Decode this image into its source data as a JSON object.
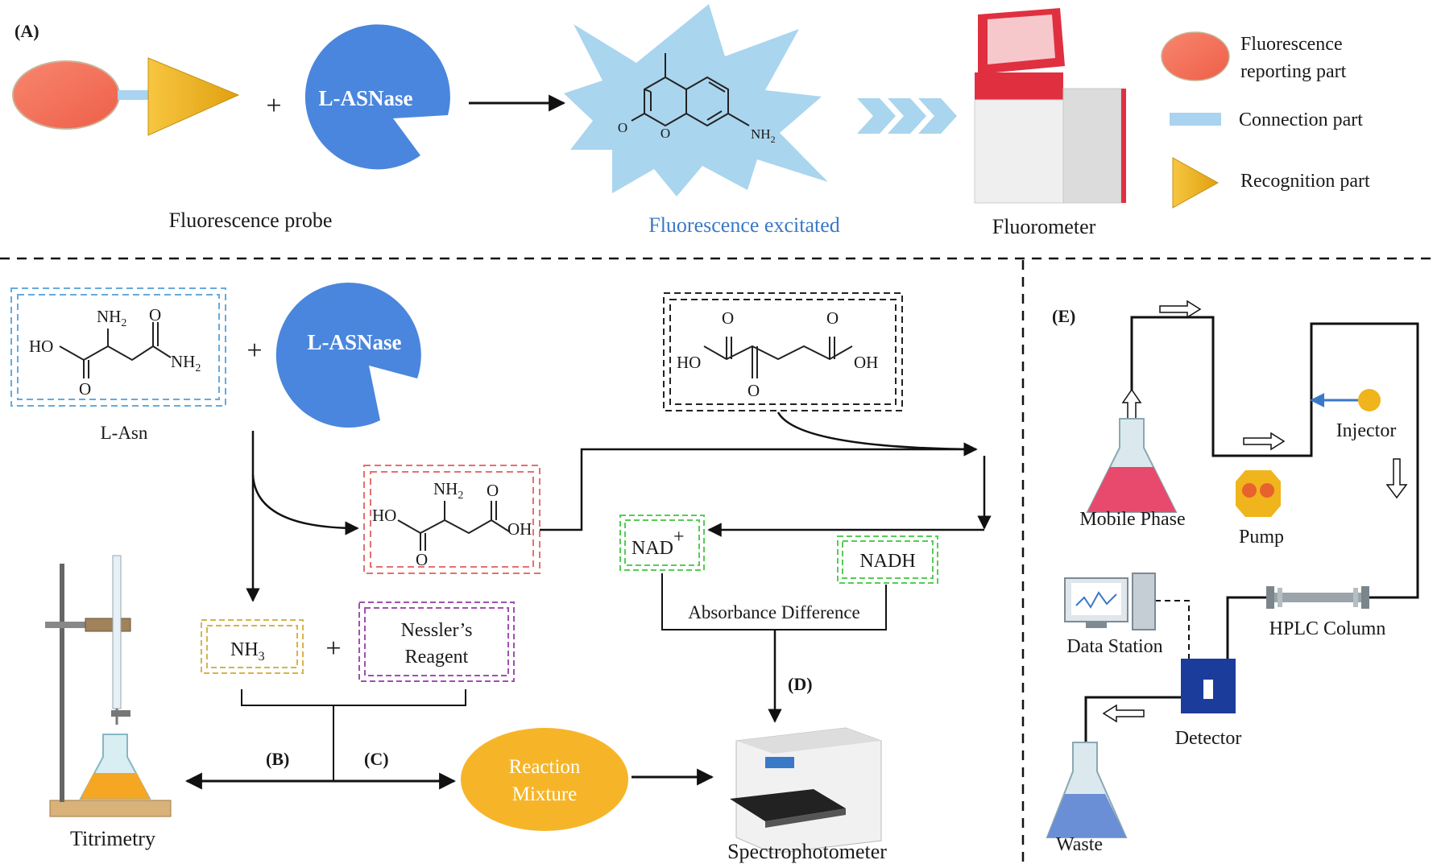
{
  "panel_labels": {
    "a": "(A)",
    "b": "(B)",
    "c": "(C)",
    "d": "(D)",
    "e": "(E)"
  },
  "panel_a": {
    "probe_caption": "Fluorescence probe",
    "plus": "+",
    "enzyme_label": "L-ASNase",
    "excited_caption": "Fluorescence excitated",
    "instrument_caption": "Fluorometer",
    "molecule_labels": {
      "carbonyl_o": "O",
      "ring_o": "O",
      "amine": "NH",
      "amine_sub": "2"
    },
    "legend": [
      {
        "line1": "Fluorescence",
        "line2": "reporting part",
        "icon": "red-oval-icon"
      },
      {
        "line1": "Connection part",
        "line2": "",
        "icon": "light-blue-bar-icon"
      },
      {
        "line1": "Recognition part",
        "line2": "",
        "icon": "yellow-triangle-icon"
      }
    ]
  },
  "panel_b_d": {
    "substrate_caption": "L-Asn",
    "plus": "+",
    "enzyme_label": "L-ASNase",
    "asn_labels": {
      "nh2": "NH",
      "nh2_sub": "2",
      "o": "O",
      "ho": "HO",
      "amide": "NH",
      "amide_sub": "2",
      "o2": "O"
    },
    "asp_labels": {
      "nh2": "NH",
      "nh2_sub": "2",
      "o": "O",
      "ho": "HO",
      "oh": "OH",
      "o2": "O"
    },
    "akg_labels": {
      "o1": "O",
      "o2": "O",
      "ho": "HO",
      "oh": "OH",
      "o3": "O"
    },
    "nh3": "NH",
    "nh3_sub": "3",
    "plus2": "+",
    "nessler_line1": "Nessler’s",
    "nessler_line2": "Reagent",
    "nad": "NAD",
    "nad_sup": "+",
    "nadh": "NADH",
    "absorbance": "Absorbance Difference",
    "reaction_line1": "Reaction",
    "reaction_line2": "Mixture",
    "titrimetry_caption": "Titrimetry",
    "spectro_caption": "Spectrophotometer"
  },
  "panel_e": {
    "mobile_phase": "Mobile Phase",
    "pump": "Pump",
    "injector": "Injector",
    "hplc_column": "HPLC Column",
    "data_station": "Data Station",
    "detector": "Detector",
    "waste": "Waste"
  },
  "colors": {
    "enzyme_blue": "#4a86dd",
    "fluor_red": "#f4745c",
    "connector_blue": "#a9d3ef",
    "recog_yellow": "#f0b41c",
    "burst_blue": "#a9d5ee",
    "box_blue_dash": "#66aadd",
    "box_red_dash": "#e57070",
    "box_black_dash": "#222222",
    "box_green_dash": "#55cc55",
    "box_yellow_dash": "#d6b44a",
    "box_purple_dash": "#a050b0",
    "reaction_orange": "#f6b528",
    "excited_text": "#3a78c8"
  }
}
